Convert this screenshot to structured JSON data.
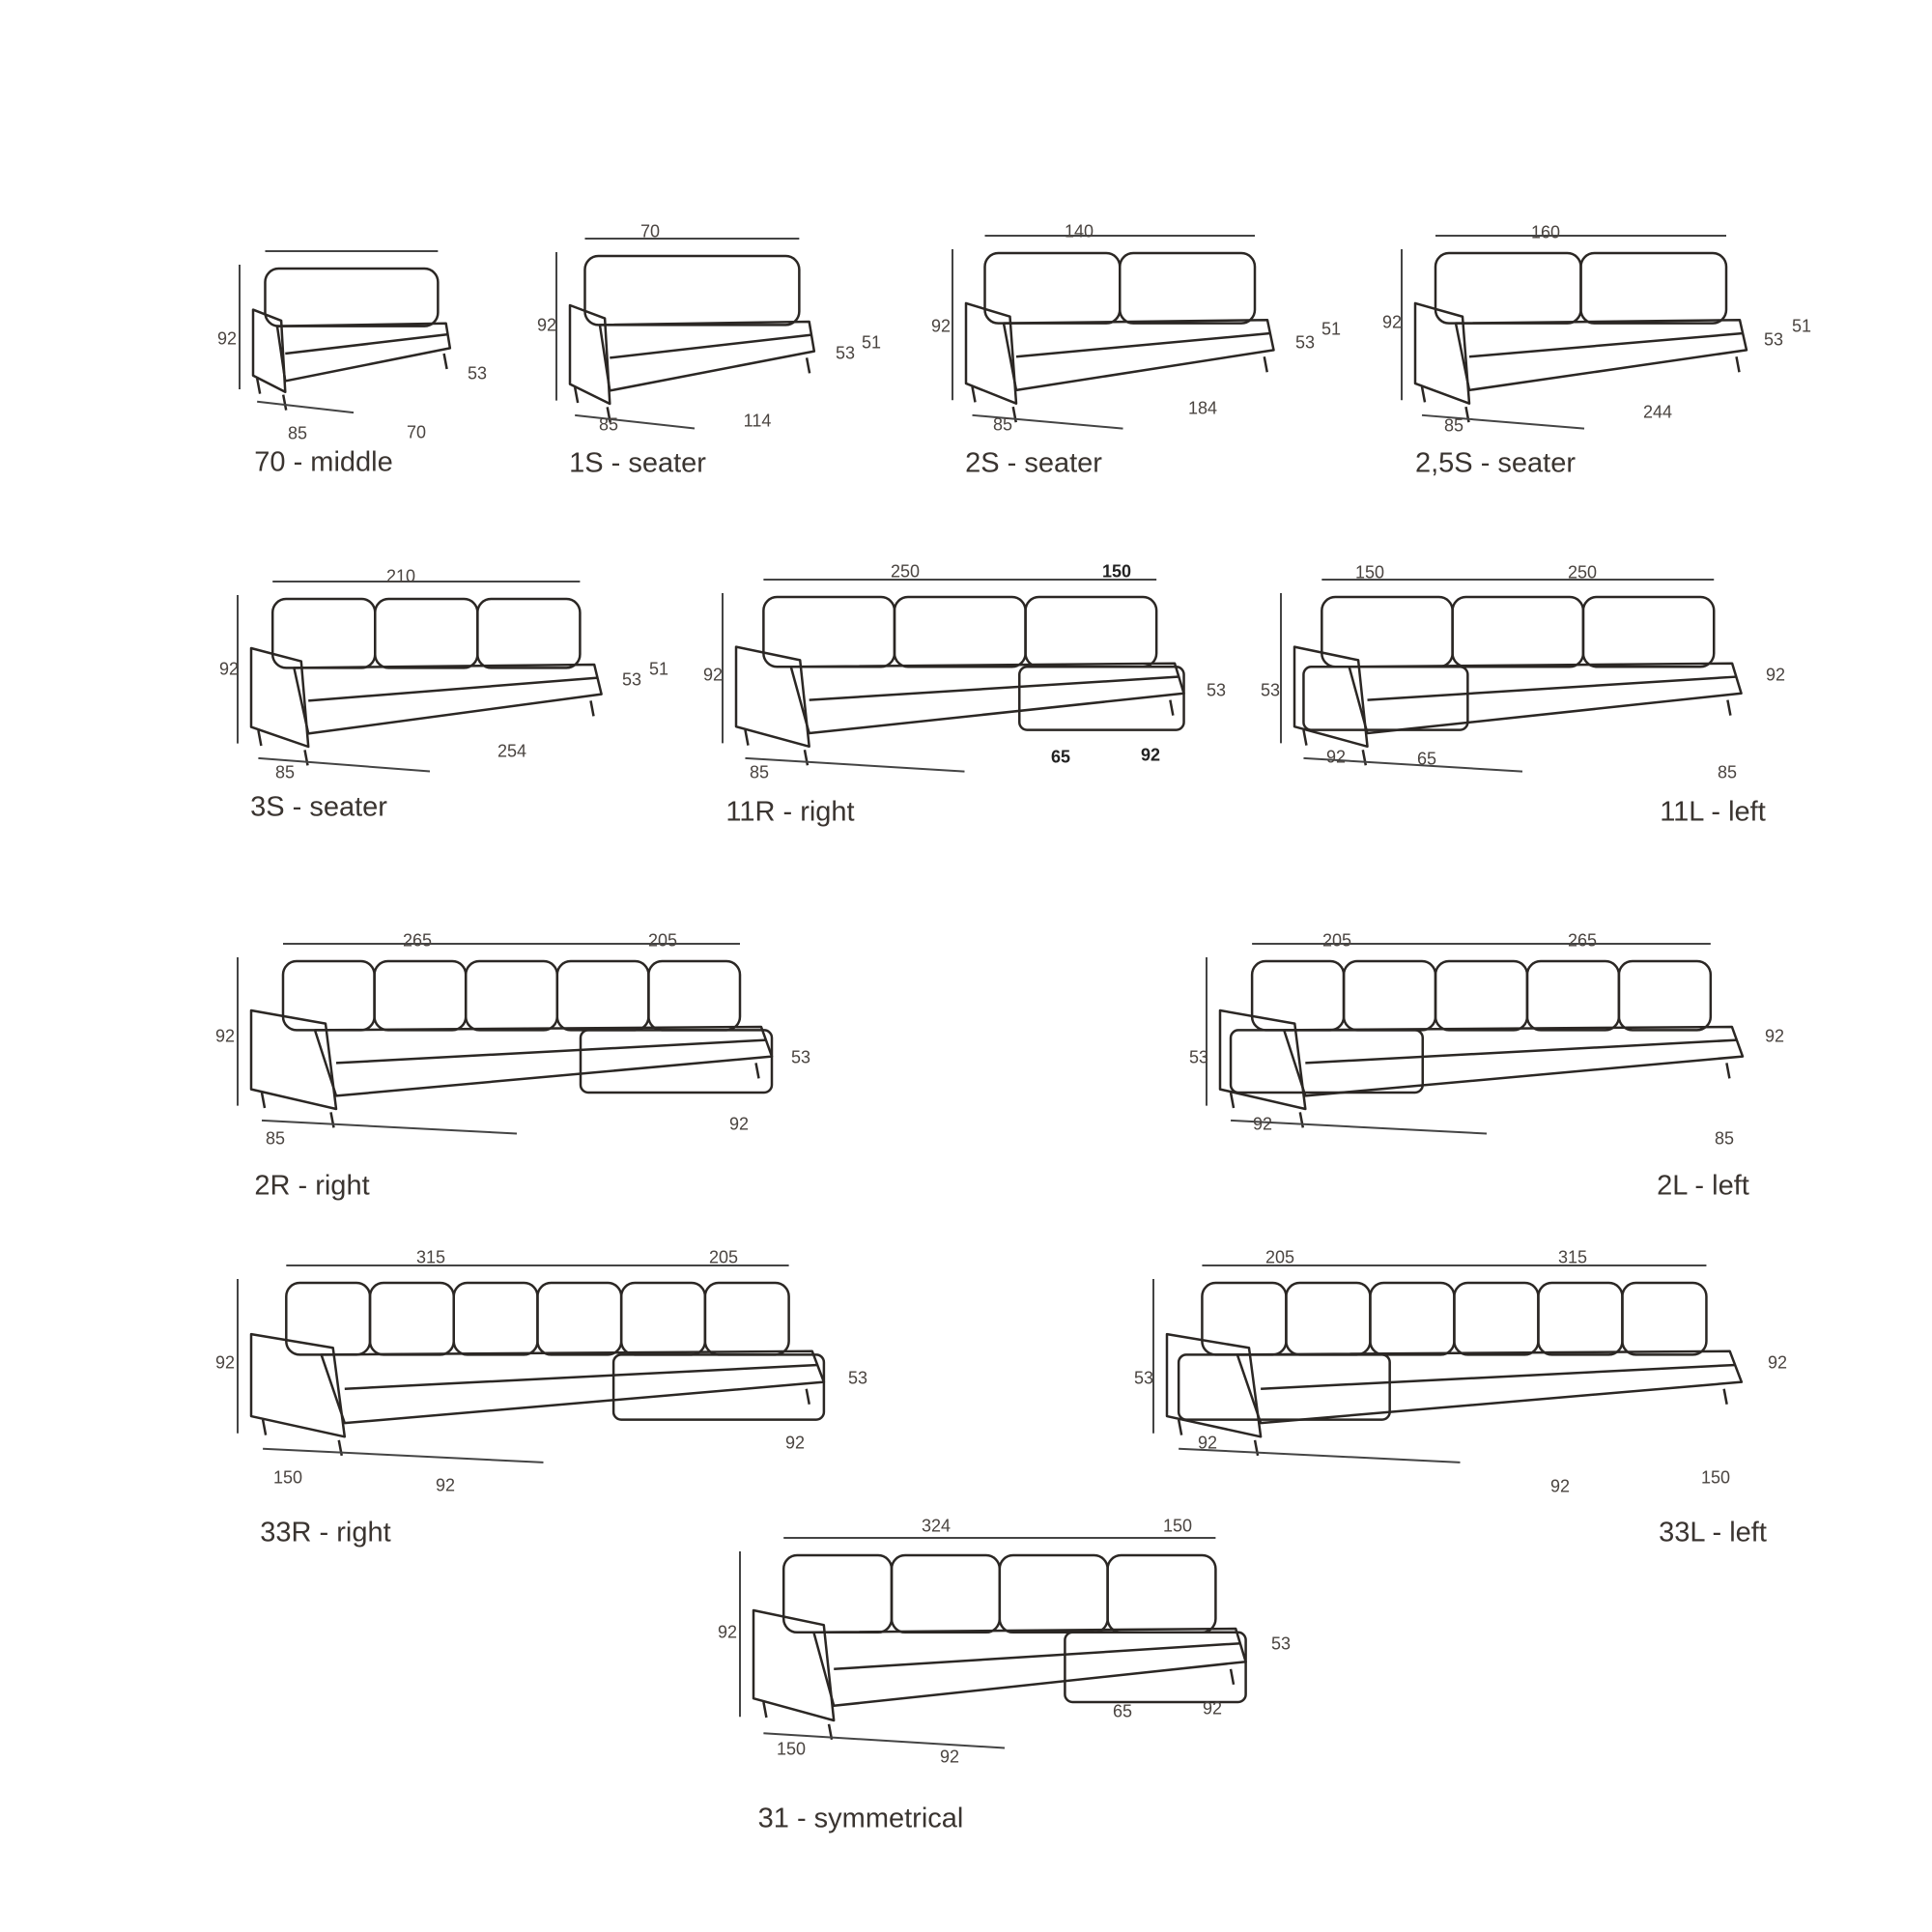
{
  "modules": {
    "m70": {
      "label": "70 - middle",
      "height": "92",
      "seat": "53",
      "depth": "85",
      "width": "70"
    },
    "m1s": {
      "label": "1S - seater",
      "seat_width": "70",
      "height": "92",
      "seat": "53",
      "arm": "51",
      "depth": "85",
      "width": "114"
    },
    "m2s": {
      "label": "2S - seater",
      "seat_width": "140",
      "height": "92",
      "seat": "53",
      "arm": "51",
      "depth": "85",
      "width": "184"
    },
    "m25s": {
      "label": "2,5S - seater",
      "seat_width": "160",
      "height": "92",
      "seat": "53",
      "arm": "51",
      "depth": "85",
      "width": "244"
    },
    "m3s": {
      "label": "3S - seater",
      "seat_width": "210",
      "height": "92",
      "seat": "53",
      "arm": "51",
      "depth": "85",
      "width": "254"
    },
    "m11r": {
      "label": "11R - right",
      "main": "250",
      "chaise": "150",
      "height": "92",
      "seat": "53",
      "depth": "85",
      "gap": "65",
      "chaise_depth": "92"
    },
    "m11l": {
      "label": "11L - left",
      "chaise": "150",
      "main": "250",
      "seat": "53",
      "height": "92",
      "chaise_depth": "92",
      "gap": "65",
      "depth": "85"
    },
    "m2r": {
      "label": "2R - right",
      "main": "265",
      "chaise": "205",
      "height": "92",
      "seat": "53",
      "depth": "85",
      "chaise_depth": "92"
    },
    "m2l": {
      "label": "2L - left",
      "chaise": "205",
      "main": "265",
      "seat": "53",
      "height": "92",
      "chaise_depth": "92",
      "depth": "85"
    },
    "m33r": {
      "label": "33R - right",
      "main": "315",
      "chaise": "205",
      "height": "92",
      "seat": "53",
      "chaise_depth": "92",
      "left_depth": "150",
      "left_width": "92"
    },
    "m33l": {
      "label": "33L - left",
      "chaise": "205",
      "main": "315",
      "seat": "53",
      "height": "92",
      "chaise_depth": "92",
      "right_width": "92",
      "right_depth": "150"
    },
    "m31": {
      "label": "31 - symmetrical",
      "main": "324",
      "chaise": "150",
      "height": "92",
      "seat": "53",
      "gap": "65",
      "chaise_depth": "92",
      "left_depth": "150",
      "left_width": "92"
    }
  },
  "colors": {
    "line": "#2b2724",
    "text": "#3a3430"
  }
}
